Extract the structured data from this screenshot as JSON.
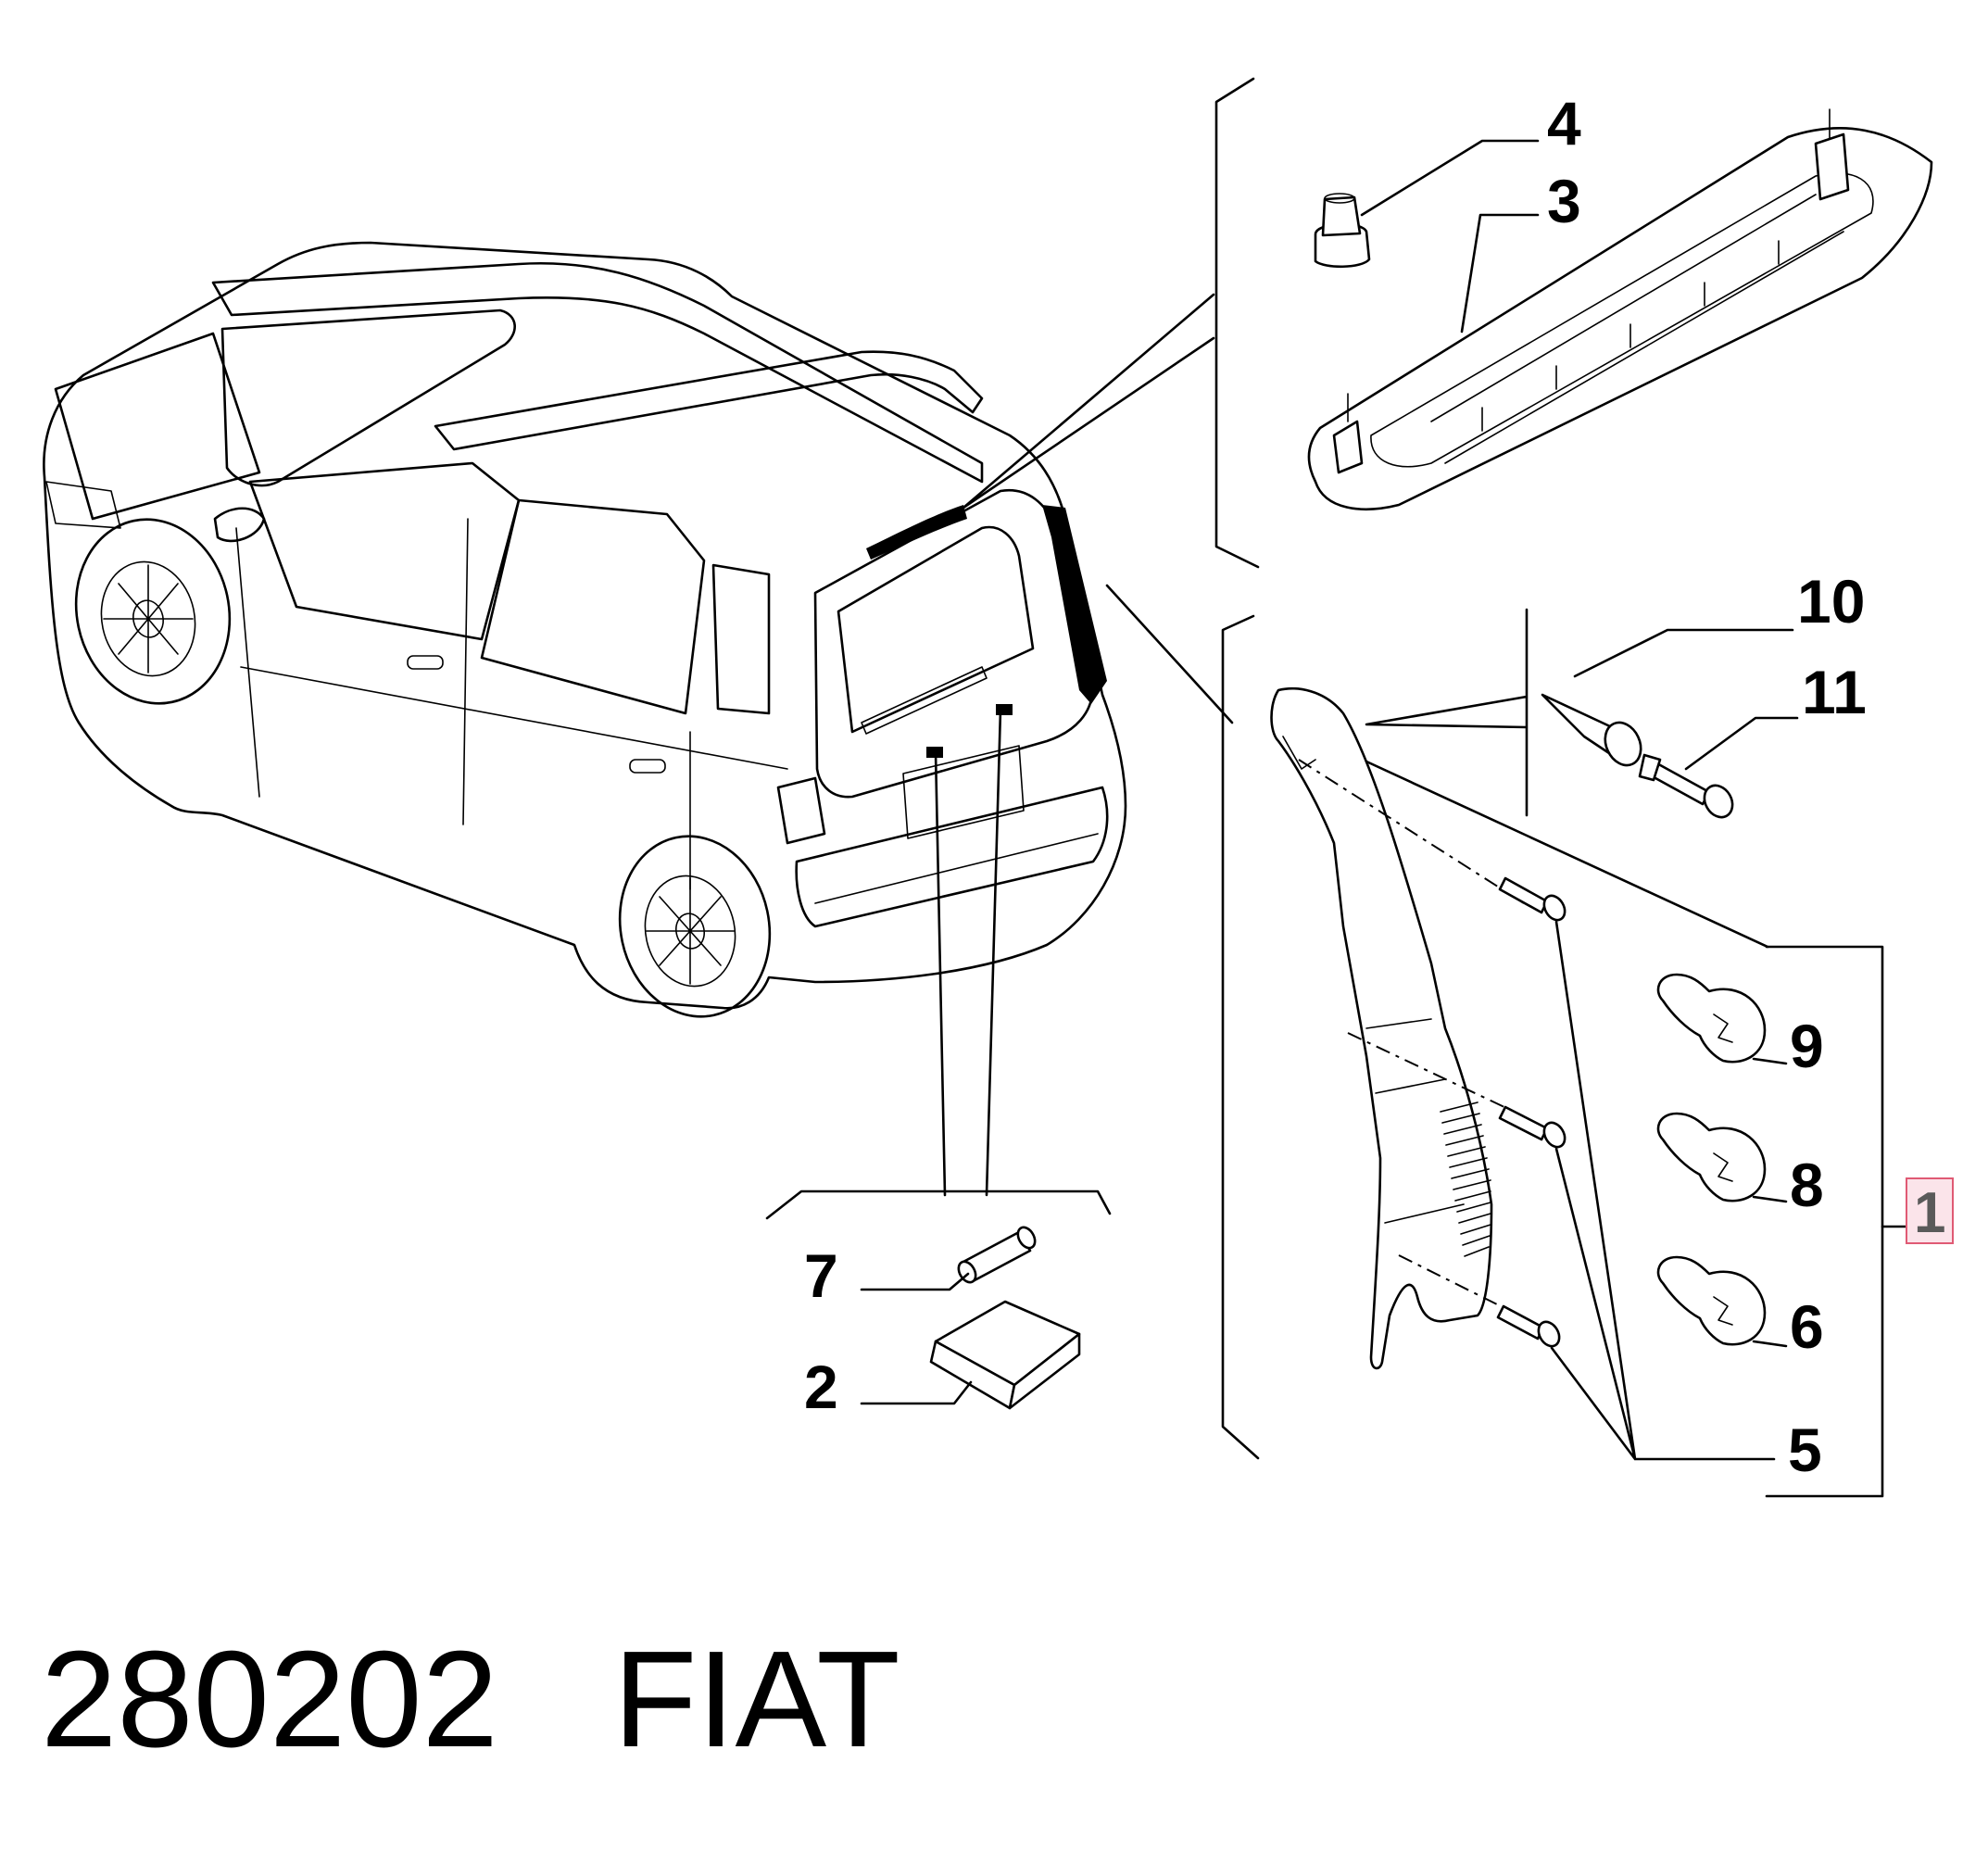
{
  "callouts": {
    "c1": "1",
    "c2": "2",
    "c3": "3",
    "c4": "4",
    "c5": "5",
    "c6": "6",
    "c7": "7",
    "c8": "8",
    "c9": "9",
    "c10": "10",
    "c11": "11"
  },
  "footer": {
    "code": "280202",
    "brand": "FIAT"
  },
  "colors": {
    "highlight_box_fill": "#fbe4ea",
    "highlight_box_stroke": "#e05a74"
  }
}
